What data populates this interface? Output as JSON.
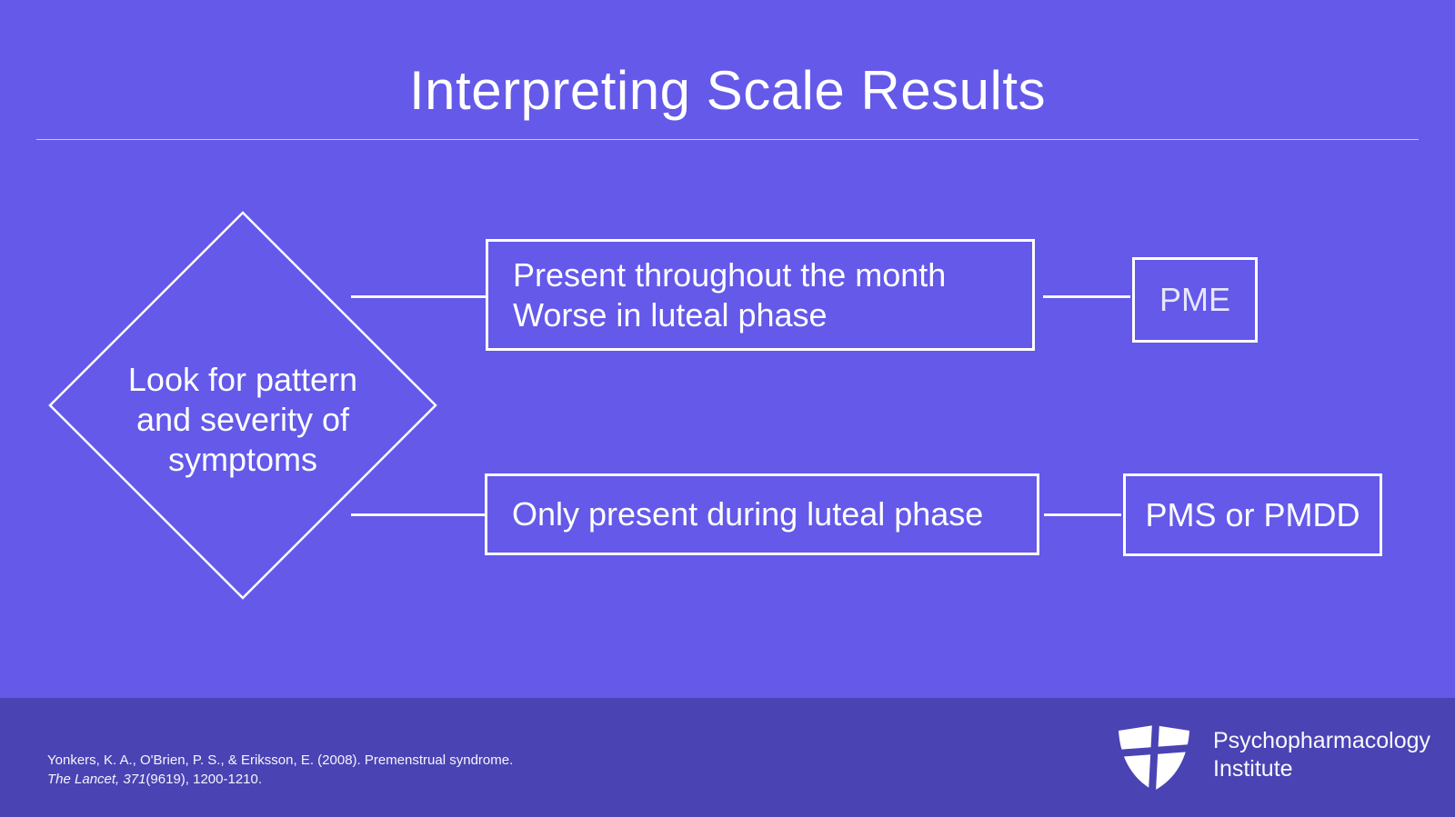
{
  "title": "Interpreting Scale Results",
  "flowchart": {
    "decision_label": "Look for pattern and severity of symptoms",
    "row1": {
      "condition_line1": "Present throughout the month",
      "condition_line2": "Worse in luteal phase",
      "outcome": "PME"
    },
    "row2": {
      "condition": "Only present during luteal phase",
      "outcome": "PMS or PMDD"
    }
  },
  "footer": {
    "citation_line1": "Yonkers, K. A., O'Brien, P. S., & Eriksson, E. (2008). Premenstrual syndrome.",
    "citation_line2_italic": "The Lancet, 371",
    "citation_line2_rest": "(9619), 1200-1210.",
    "logo_name_line1": "Psychopharmacology",
    "logo_name_line2": "Institute"
  },
  "icons": {
    "logo": "shield-cross-icon"
  },
  "colors": {
    "background": "#6459E9",
    "footer_background": "#4A43B3",
    "foreground": "#FFFFFF"
  }
}
